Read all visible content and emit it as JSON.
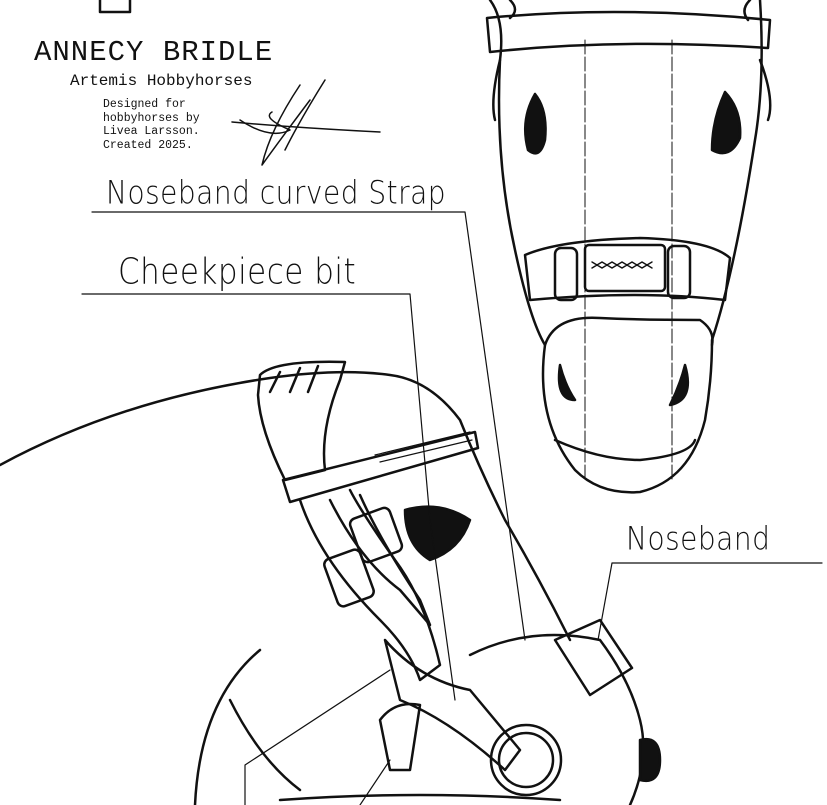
{
  "header": {
    "title": "ANNECY BRIDLE",
    "brand": "Artemis Hobbyhorses",
    "credit": "Designed for\nhobbyhorses by\nLivea Larsson.\nCreated 2025.",
    "signature": "Livea Larsson signature"
  },
  "labels": {
    "noseband_curved_strap": "Noseband curved Strap",
    "cheekpiece_bit": "Cheekpiece bit",
    "noseband": "Noseband"
  },
  "colors": {
    "ink": "#111111",
    "paper": "#ffffff"
  }
}
